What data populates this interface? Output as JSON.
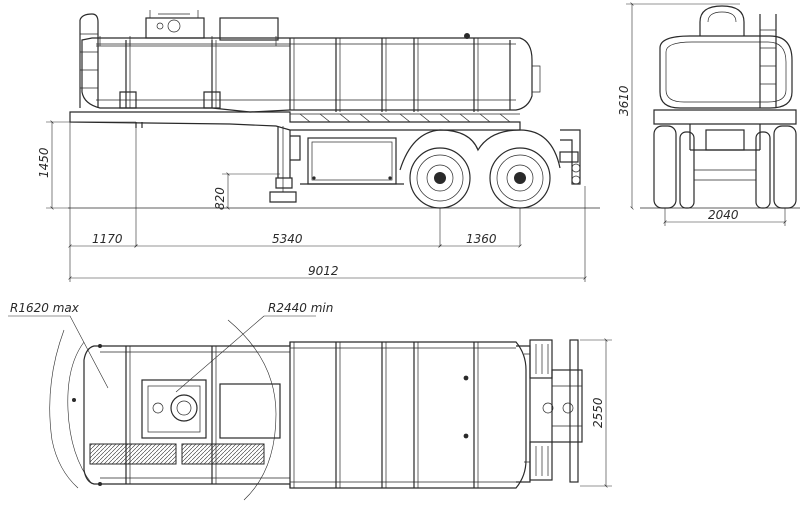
{
  "drawing": {
    "side_view": {
      "overhang_front": "1170",
      "wheelbase_kingpin": "5340",
      "axle_spread": "1360",
      "overall_length": "9012",
      "fifth_wheel_height": "1450",
      "landing_gear_height": "820"
    },
    "rear_view": {
      "overall_height": "3610",
      "track_width": "2040"
    },
    "top_view": {
      "turning_radius_front": "R1620 max",
      "turning_radius_rear": "R2440 min",
      "overall_width": "2550"
    }
  }
}
